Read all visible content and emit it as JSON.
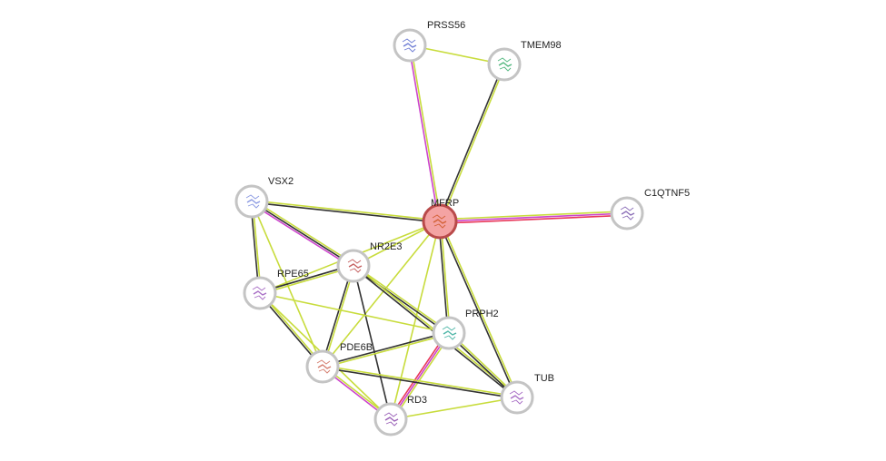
{
  "network": {
    "colors": {
      "background": "#ffffff",
      "node_border": "#c4c4c4",
      "query_node_fill": "#f4a3a3",
      "query_node_border": "#b94a4a",
      "evidence": {
        "textmining": "#c8dc3c",
        "coexpression": "#333333",
        "experiments": "#cc44cc",
        "database": "#e8385a"
      }
    },
    "nodes": [
      {
        "id": "PRSS56",
        "label": "PRSS56",
        "query": false,
        "structure_color": "#5566cc"
      },
      {
        "id": "TMEM98",
        "label": "TMEM98",
        "query": false,
        "structure_color": "#33aa66"
      },
      {
        "id": "VSX2",
        "label": "VSX2",
        "query": false,
        "structure_color": "#7788dd"
      },
      {
        "id": "MFRP",
        "label": "MFRP",
        "query": true,
        "structure_color": "#cc5522"
      },
      {
        "id": "C1QTNF5",
        "label": "C1QTNF5",
        "query": false,
        "structure_color": "#7755aa"
      },
      {
        "id": "NR2E3",
        "label": "NR2E3",
        "query": false,
        "structure_color": "#bb4444"
      },
      {
        "id": "RPE65",
        "label": "RPE65",
        "query": false,
        "structure_color": "#9955bb"
      },
      {
        "id": "PRPH2",
        "label": "PRPH2",
        "query": false,
        "structure_color": "#33aa99"
      },
      {
        "id": "PDE6B",
        "label": "PDE6B",
        "query": false,
        "structure_color": "#cc6655"
      },
      {
        "id": "TUB",
        "label": "TUB",
        "query": false,
        "structure_color": "#9955bb"
      },
      {
        "id": "RD3",
        "label": "RD3",
        "query": false,
        "structure_color": "#8844aa"
      }
    ],
    "edges": [
      {
        "source": "PRSS56",
        "target": "TMEM98",
        "evidence": [
          "textmining"
        ]
      },
      {
        "source": "PRSS56",
        "target": "MFRP",
        "evidence": [
          "textmining",
          "experiments"
        ]
      },
      {
        "source": "TMEM98",
        "target": "MFRP",
        "evidence": [
          "textmining",
          "coexpression"
        ]
      },
      {
        "source": "MFRP",
        "target": "C1QTNF5",
        "evidence": [
          "textmining",
          "experiments",
          "database"
        ]
      },
      {
        "source": "VSX2",
        "target": "MFRP",
        "evidence": [
          "textmining",
          "coexpression"
        ]
      },
      {
        "source": "VSX2",
        "target": "NR2E3",
        "evidence": [
          "textmining",
          "coexpression",
          "experiments"
        ]
      },
      {
        "source": "VSX2",
        "target": "RPE65",
        "evidence": [
          "textmining",
          "coexpression"
        ]
      },
      {
        "source": "VSX2",
        "target": "PDE6B",
        "evidence": [
          "textmining"
        ]
      },
      {
        "source": "MFRP",
        "target": "NR2E3",
        "evidence": [
          "textmining"
        ]
      },
      {
        "source": "MFRP",
        "target": "RPE65",
        "evidence": [
          "textmining"
        ]
      },
      {
        "source": "MFRP",
        "target": "PRPH2",
        "evidence": [
          "textmining",
          "coexpression"
        ]
      },
      {
        "source": "MFRP",
        "target": "PDE6B",
        "evidence": [
          "textmining"
        ]
      },
      {
        "source": "MFRP",
        "target": "TUB",
        "evidence": [
          "textmining",
          "coexpression"
        ]
      },
      {
        "source": "MFRP",
        "target": "RD3",
        "evidence": [
          "textmining"
        ]
      },
      {
        "source": "NR2E3",
        "target": "RPE65",
        "evidence": [
          "textmining",
          "coexpression"
        ]
      },
      {
        "source": "NR2E3",
        "target": "PRPH2",
        "evidence": [
          "textmining",
          "coexpression"
        ]
      },
      {
        "source": "NR2E3",
        "target": "PDE6B",
        "evidence": [
          "textmining",
          "coexpression"
        ]
      },
      {
        "source": "NR2E3",
        "target": "RD3",
        "evidence": [
          "coexpression"
        ]
      },
      {
        "source": "NR2E3",
        "target": "TUB",
        "evidence": [
          "textmining",
          "coexpression"
        ]
      },
      {
        "source": "RPE65",
        "target": "PRPH2",
        "evidence": [
          "textmining"
        ]
      },
      {
        "source": "RPE65",
        "target": "PDE6B",
        "evidence": [
          "textmining",
          "coexpression"
        ]
      },
      {
        "source": "RPE65",
        "target": "RD3",
        "evidence": [
          "textmining"
        ]
      },
      {
        "source": "PRPH2",
        "target": "PDE6B",
        "evidence": [
          "textmining",
          "coexpression"
        ]
      },
      {
        "source": "PRPH2",
        "target": "TUB",
        "evidence": [
          "textmining",
          "coexpression"
        ]
      },
      {
        "source": "PRPH2",
        "target": "RD3",
        "evidence": [
          "textmining",
          "experiments",
          "database"
        ]
      },
      {
        "source": "PDE6B",
        "target": "TUB",
        "evidence": [
          "textmining",
          "coexpression"
        ]
      },
      {
        "source": "PDE6B",
        "target": "RD3",
        "evidence": [
          "textmining",
          "experiments"
        ]
      },
      {
        "source": "RD3",
        "target": "TUB",
        "evidence": [
          "textmining"
        ]
      }
    ]
  }
}
